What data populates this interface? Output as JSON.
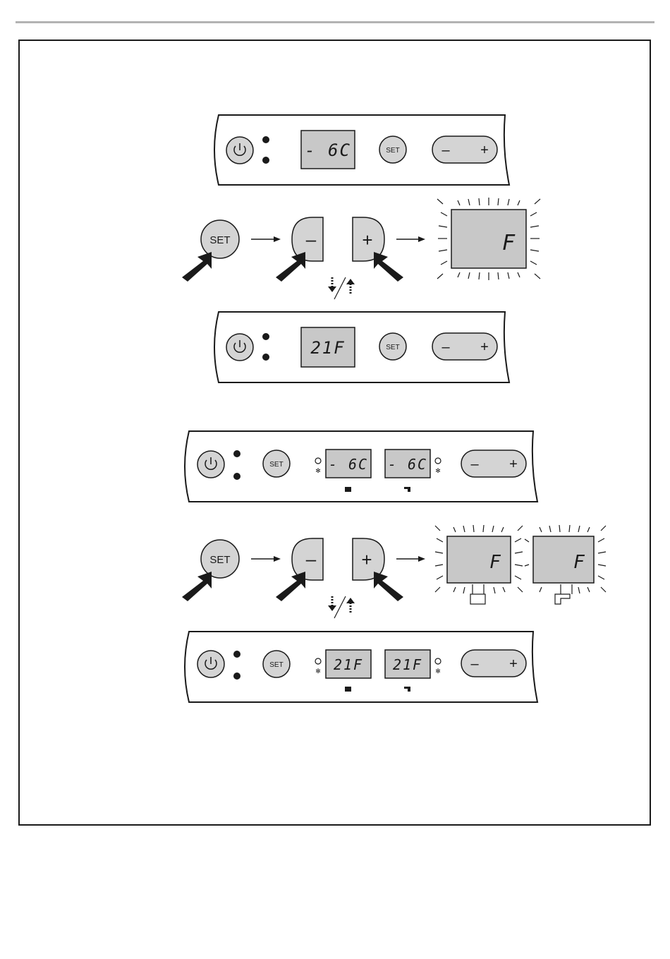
{
  "displays": {
    "fahrenheit_single_before": "- 6C",
    "fahrenheit_single_after": "21F",
    "fahrenheit_left_before": "- 6C",
    "fahrenheit_right_before": "- 6C",
    "fahrenheit_left_after": "21F",
    "fahrenheit_right_after": "21F",
    "flash_unit": "F"
  },
  "buttons": {
    "set": "SET",
    "minus": "–",
    "plus": "+"
  },
  "icons": {
    "power": "power-icon",
    "arrow": "pointing-arrow-icon",
    "snowflake": "snowflake-icon",
    "updown": "down-up-arrows-icon"
  },
  "colors": {
    "lcd": "#c8c8c8",
    "button": "#d4d4d4",
    "ink": "#1a1a1a"
  }
}
